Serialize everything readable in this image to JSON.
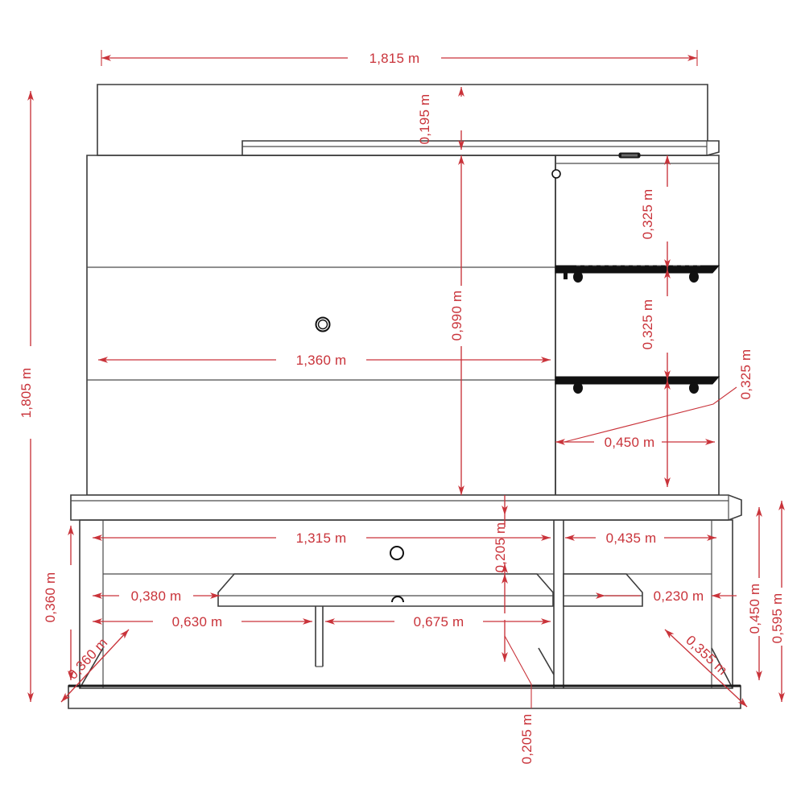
{
  "drawing": {
    "title": "Home Theater / TV Wall Unit - Dimensioned Elevation",
    "units": "m",
    "accent_color": "#c9333a",
    "line_color": "#3b3b3b",
    "background": "#ffffff"
  },
  "dimensions": {
    "overall_width": "1,815 m",
    "overall_height": "1,805 m",
    "top_panel_offset": "0,195 m",
    "tv_panel_width": "1,360 m",
    "tv_panel_height": "0,990 m",
    "shelf_gap_top": "0,325 m",
    "shelf_gap_middle": "0,325 m",
    "shelf_depth_note": "0,325 m",
    "side_bay_width": "0,450 m",
    "lower_main_width": "1,315 m",
    "lower_right_width": "0,435 m",
    "lower_cabinet_height": "0,360 m",
    "left_shelf_width": "0,380 m",
    "left_lower_width": "0,630 m",
    "center_lower_width": "0,675 m",
    "right_shelf_width": "0,230 m",
    "center_drop": "0,205 m",
    "base_drop": "0,205 m",
    "right_height_inner": "0,450 m",
    "right_height_outer": "0,595 m",
    "depth_left": "0,360 m",
    "depth_right": "0,355 m"
  },
  "labels": [
    {
      "id": "d-1815",
      "text": "1,815 m",
      "orientation": "horizontal"
    },
    {
      "id": "d-1805",
      "text": "1,805 m",
      "orientation": "vertical"
    },
    {
      "id": "d-0195",
      "text": "0,195 m",
      "orientation": "vertical"
    },
    {
      "id": "d-1360",
      "text": "1,360 m",
      "orientation": "horizontal"
    },
    {
      "id": "d-0990",
      "text": "0,990 m",
      "orientation": "vertical"
    },
    {
      "id": "d-0325-a",
      "text": "0,325 m",
      "orientation": "vertical"
    },
    {
      "id": "d-0325-b",
      "text": "0,325 m",
      "orientation": "vertical"
    },
    {
      "id": "d-0325-c",
      "text": "0,325 m",
      "orientation": "vertical"
    },
    {
      "id": "d-0450",
      "text": "0,450 m",
      "orientation": "horizontal"
    },
    {
      "id": "d-1315",
      "text": "1,315 m",
      "orientation": "horizontal"
    },
    {
      "id": "d-0435",
      "text": "0,435 m",
      "orientation": "horizontal"
    },
    {
      "id": "d-0360-v",
      "text": "0,360 m",
      "orientation": "vertical"
    },
    {
      "id": "d-0380",
      "text": "0,380 m",
      "orientation": "horizontal"
    },
    {
      "id": "d-0630",
      "text": "0,630 m",
      "orientation": "horizontal"
    },
    {
      "id": "d-0675",
      "text": "0,675 m",
      "orientation": "horizontal"
    },
    {
      "id": "d-0230",
      "text": "0,230 m",
      "orientation": "horizontal"
    },
    {
      "id": "d-0205-a",
      "text": "0,205 m",
      "orientation": "vertical"
    },
    {
      "id": "d-0205-b",
      "text": "0,205 m",
      "orientation": "vertical"
    },
    {
      "id": "d-0450-r",
      "text": "0,450 m",
      "orientation": "vertical"
    },
    {
      "id": "d-0595",
      "text": "0,595 m",
      "orientation": "vertical"
    },
    {
      "id": "d-0360-d",
      "text": "0,360 m",
      "orientation": "diagonal"
    },
    {
      "id": "d-0355-d",
      "text": "0,355 m",
      "orientation": "diagonal"
    }
  ]
}
